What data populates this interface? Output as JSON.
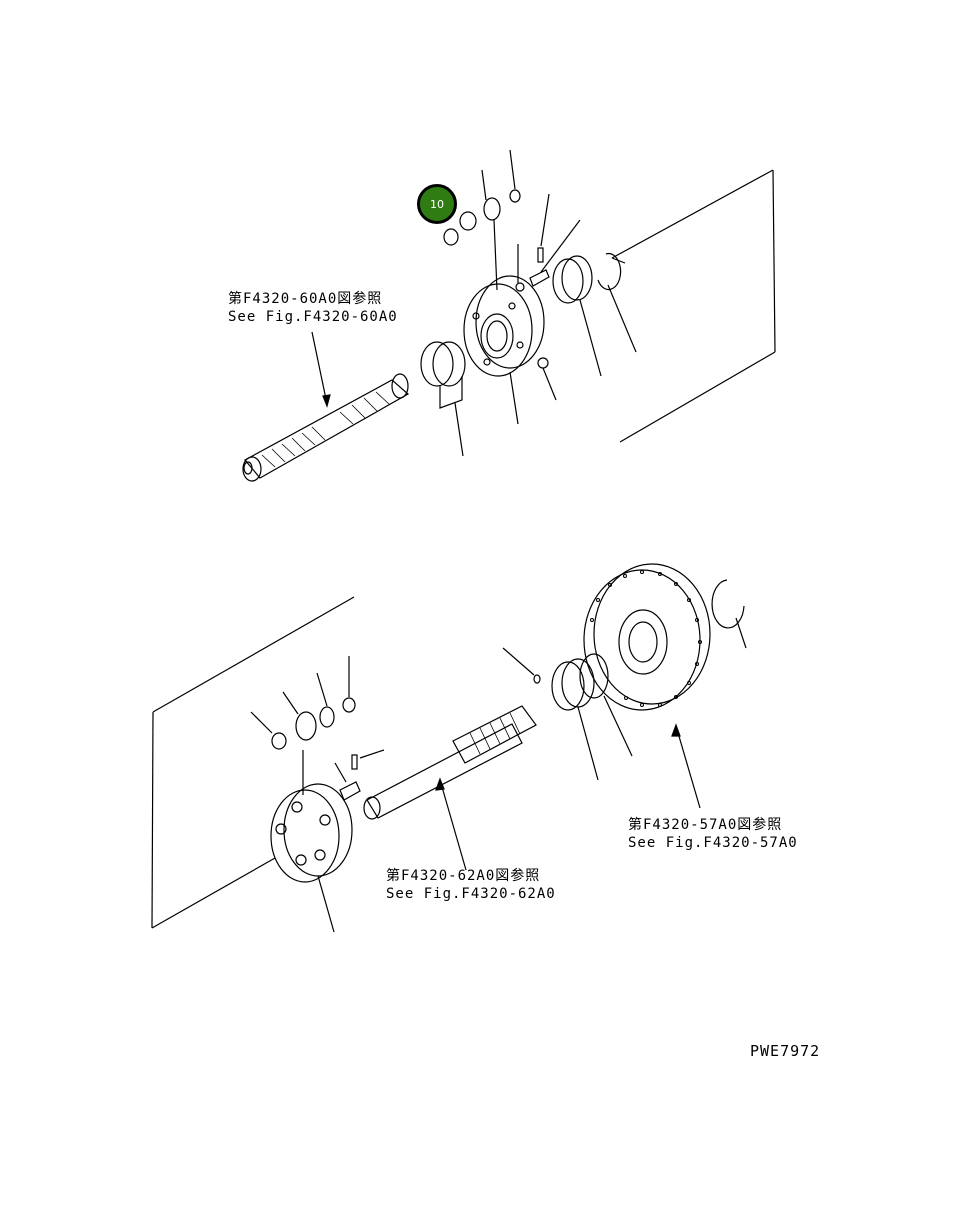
{
  "references": {
    "top": {
      "jp": "第F4320-60A0図参照",
      "en": "See Fig.F4320-60A0"
    },
    "middle": {
      "jp": "第F4320-62A0図参照",
      "en": "See Fig.F4320-62A0"
    },
    "right": {
      "jp": "第F4320-57A0図参照",
      "en": "See Fig.F4320-57A0"
    }
  },
  "callout": {
    "number": "10",
    "color": "#2f7d12"
  },
  "drawing_code": "PWE7972"
}
